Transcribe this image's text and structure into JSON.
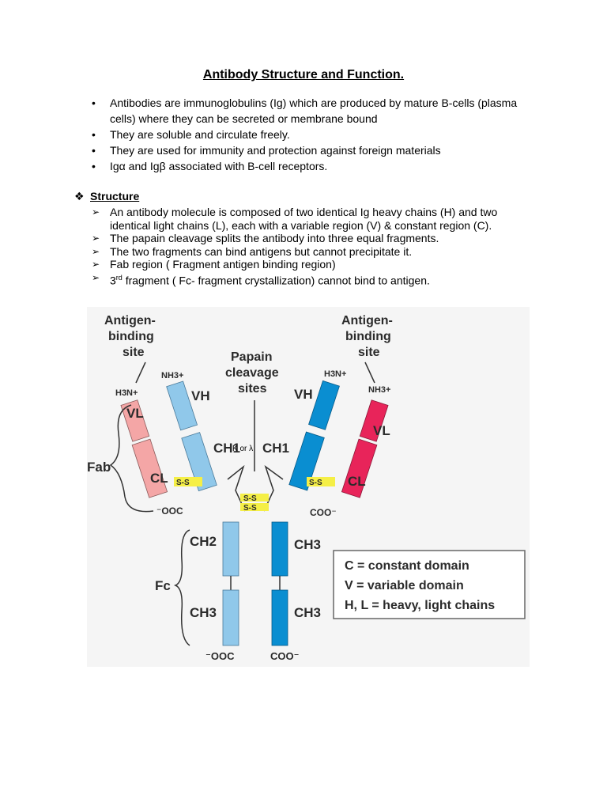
{
  "title": "Antibody Structure and Function.",
  "bullets": [
    "Antibodies are immunoglobulins (Ig) which are produced by mature B-cells (plasma cells) where they can be secreted or membrane bound",
    "They are soluble and circulate freely.",
    "They are used for immunity and protection against foreign materials",
    "Igα and Igβ associated with B-cell receptors."
  ],
  "structure": {
    "heading": "Structure",
    "items": [
      "An antibody molecule is composed of two identical Ig heavy chains (H) and two identical light chains (L), each with a variable region (V) & constant region (C).",
      "The papain cleavage splits the antibody into three equal fragments.",
      "The two fragments can bind antigens but cannot precipitate it.",
      "Fab region ( Fragment antigen binding region)"
    ],
    "last_item_prefix": "3",
    "last_item_sup": "rd",
    "last_item_rest": " fragment ( Fc- fragment crystallization) cannot bind to antigen."
  },
  "figure": {
    "antigen_left": [
      "Antigen-",
      "binding",
      "site"
    ],
    "antigen_right": [
      "Antigen-",
      "binding",
      "site"
    ],
    "papain": [
      "Papain",
      "cleavage",
      "sites"
    ],
    "h3n": "H3N+",
    "nh3": "NH3+",
    "vh": "VH",
    "vl": "VL",
    "ch1": "CH1",
    "cl": "CL",
    "k_or_lambda": "K or λ",
    "fab": "Fab",
    "fc": "Fc",
    "ss": "S-S",
    "ch2": "CH2",
    "ch3": "CH3",
    "coo_left": "⁻OOC",
    "coo_right": "COO⁻",
    "legend": [
      "C = constant domain",
      "V = variable domain",
      "H, L = heavy, light chains"
    ],
    "colors": {
      "light_pink": "#f4a6a6",
      "red": "#e8245a",
      "light_blue": "#90c8ea",
      "blue": "#0a8ed1",
      "yellow": "#f5ef46"
    }
  }
}
